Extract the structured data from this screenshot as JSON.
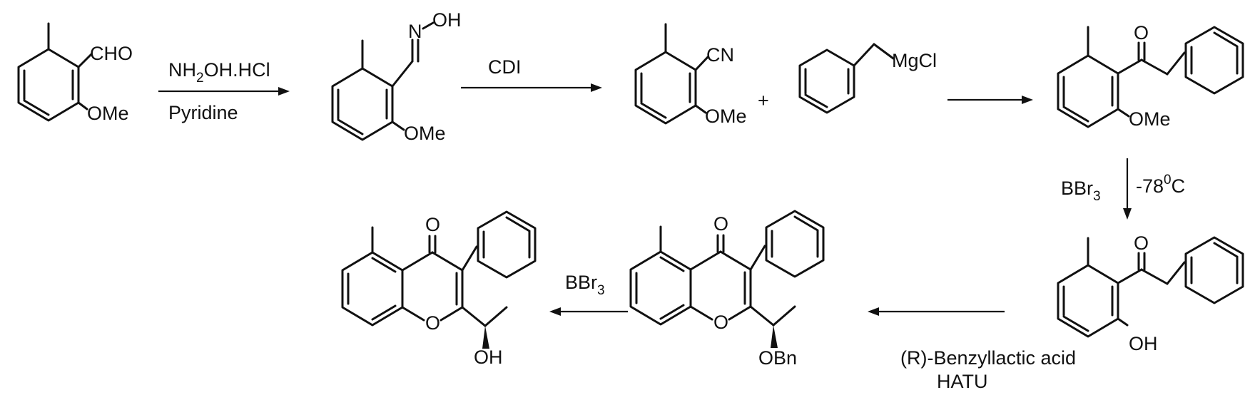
{
  "groups": {
    "cho": "CHO",
    "ome": "OMe",
    "n": "N",
    "oh": "OH",
    "cn": "CN",
    "plus": "+",
    "mgcl": "MgCl",
    "o": "O",
    "obn": "OBn"
  },
  "reagents": {
    "hydroxylamine_main": "NH",
    "hydroxylamine_sub": "2",
    "hydroxylamine_rest": "OH.HCl",
    "pyridine": "Pyridine",
    "cdi": "CDI",
    "bbr": "BBr",
    "bbr_sub": "3",
    "temp_main": "-78",
    "temp_sup": "0",
    "temp_unit": "C",
    "benzyllactic": "(R)-Benzyllactic acid",
    "hatu": "HATU"
  }
}
